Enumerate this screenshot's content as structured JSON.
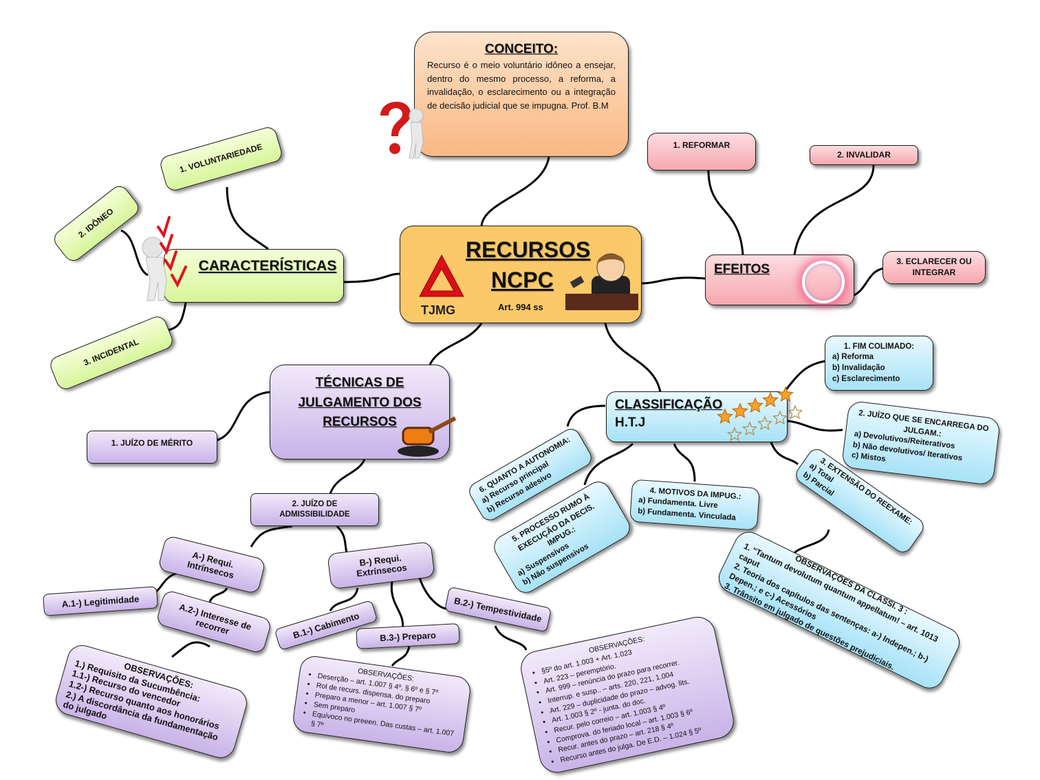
{
  "central": {
    "title_line1": "RECURSOS",
    "title_line2": "NCPC",
    "subtitle": "Art. 994 ss",
    "logo_text": "TJMG"
  },
  "conceito": {
    "title": "CONCEITO:",
    "text": "Recurso é o meio voluntário idôneo a ensejar, dentro do mesmo processo, a reforma, a invalidação, o esclarecimento ou a integração de decisão judicial que se impugna.  Prof. B.M"
  },
  "caracteristicas": {
    "title": "CARACTERÍSTICAS",
    "items": [
      "1. VOLUNTARIEDADE",
      "2. IDÔNEO",
      "3. INCIDENTAL"
    ]
  },
  "efeitos": {
    "title": "EFEITOS",
    "items": [
      "1. REFORMAR",
      "2. INVALIDAR",
      "3. ECLARECER OU INTEGRAR"
    ]
  },
  "tecnicas": {
    "title": "TÉCNICAS DE JULGAMENTO DOS RECURSOS",
    "merito": "1. JUÍZO DE MÉRITO",
    "admissibilidade": "2. JUÍZO DE ADMISSIBILIDADE",
    "intrinsecos": {
      "label": "A-) Requi. Intrínsecos",
      "a1": "A.1-) Legitimidade",
      "a2": "A.2-) Interesse de recorrer",
      "obs": {
        "title": "OBSERVAÇÕES:",
        "lines": [
          "1.) Requisito da Sucumbência:",
          "1.1-) Recurso do vencedor",
          "1.2-) Recurso quanto aos honorários",
          "2.) A discordância da fundamentação do julgado"
        ]
      }
    },
    "extrinsecos": {
      "label": "B-) Requi. Extrínsecos",
      "b1": "B.1-) Cabimento",
      "b2": "B.2-) Tempestividade",
      "b3": "B.3-) Preparo",
      "obs_preparo": {
        "title": "OBSERVAÇÕES:",
        "items": [
          "Deserção – art. 1.007 § 4º, § 6º e § 7º",
          "Rol de recurs. dispensa. do preparo",
          "Preparo  a menor – art. 1.007 § 7º",
          "Sem preparo",
          "Equívoco no preeen. Das custas – art. 1.007 § 7º"
        ]
      },
      "obs_tempestividade": {
        "title": "OBSERVAÇÕES:",
        "items": [
          "§5º do art. 1.003 + Art. 1.023",
          "Art. 223 – peremptório.",
          "Art. 999 – renúncia do prazo para recorrer.",
          "Interrup. e susp.. – arts. 220, 221, 1.004",
          "Art. 229 – duplicidade  do prazo – advog. lits.",
          "Art. 1.003 § 2º - junta. do doc.",
          "Recur. pelo correio – art. 1.003 § 4º",
          "Comprova. do feriado local – art. 1.003 § 6º",
          "Recur. antes do prazo – art. 218 § 4º",
          "Recurso antes do julga. De E.D. – 1.024 § 5º"
        ]
      }
    }
  },
  "classificacao": {
    "title": "CLASSIFICAÇÃO",
    "subtitle": "H.T.J",
    "stars_filled": 5,
    "stars_outline": 5,
    "groups": [
      {
        "title": "1.   FIM COLIMADO:",
        "items": [
          "a)   Reforma",
          "b)   Invalidação",
          "c)   Esclarecimento"
        ]
      },
      {
        "title": "2. JUÍZO QUE SE ENCARREGA DO JULGAM.:",
        "items": [
          "a)   Devolutivos/Reiterativos",
          "b)   Não devolutivos/ Iterativos",
          "c)   Mistos"
        ]
      },
      {
        "title": "3. EXTENSÃO  DO REEXAME:",
        "items": [
          "a)   Total",
          "b)   Parcial"
        ]
      },
      {
        "title": "4. MOTIVOS DA IMPUG.:",
        "items": [
          "a)   Fundamenta. Livre",
          "b)   Fundamenta. Vinculada"
        ]
      },
      {
        "title": "5. PROCESSO RUMO À EXECUÇÃO DA DECIS. IMPUG.:",
        "items": [
          "a)   Suspensivos",
          "b)   Não suspensivos"
        ]
      },
      {
        "title": "6. QUANTO A AUTONOMIA:",
        "items": [
          "a)   Recurso principal",
          "b)   Recurso adesivo"
        ]
      }
    ],
    "obs": {
      "title": "OBSERVAÇÕES  DA CLASSI. 3 :",
      "items": [
        "1.   “Tantum devolutum quantum appellatum! – art. 1013 caput",
        "2.   Teoria dos capítulos das sentenças:  a-) Indepen.; b-) Depen.; e c-) Acessórios",
        "3.   Trânsito em julgado de questões prejudiciais."
      ]
    }
  },
  "colors": {
    "green": "#d7f59a",
    "pink": "#f6a8b0",
    "orange": "#f9b882",
    "yellow": "#fcc96a",
    "purple": "#c9b3e8",
    "blue": "#a7e2f7",
    "check_red": "#e0141e",
    "star_orange": "#f7a12a"
  }
}
